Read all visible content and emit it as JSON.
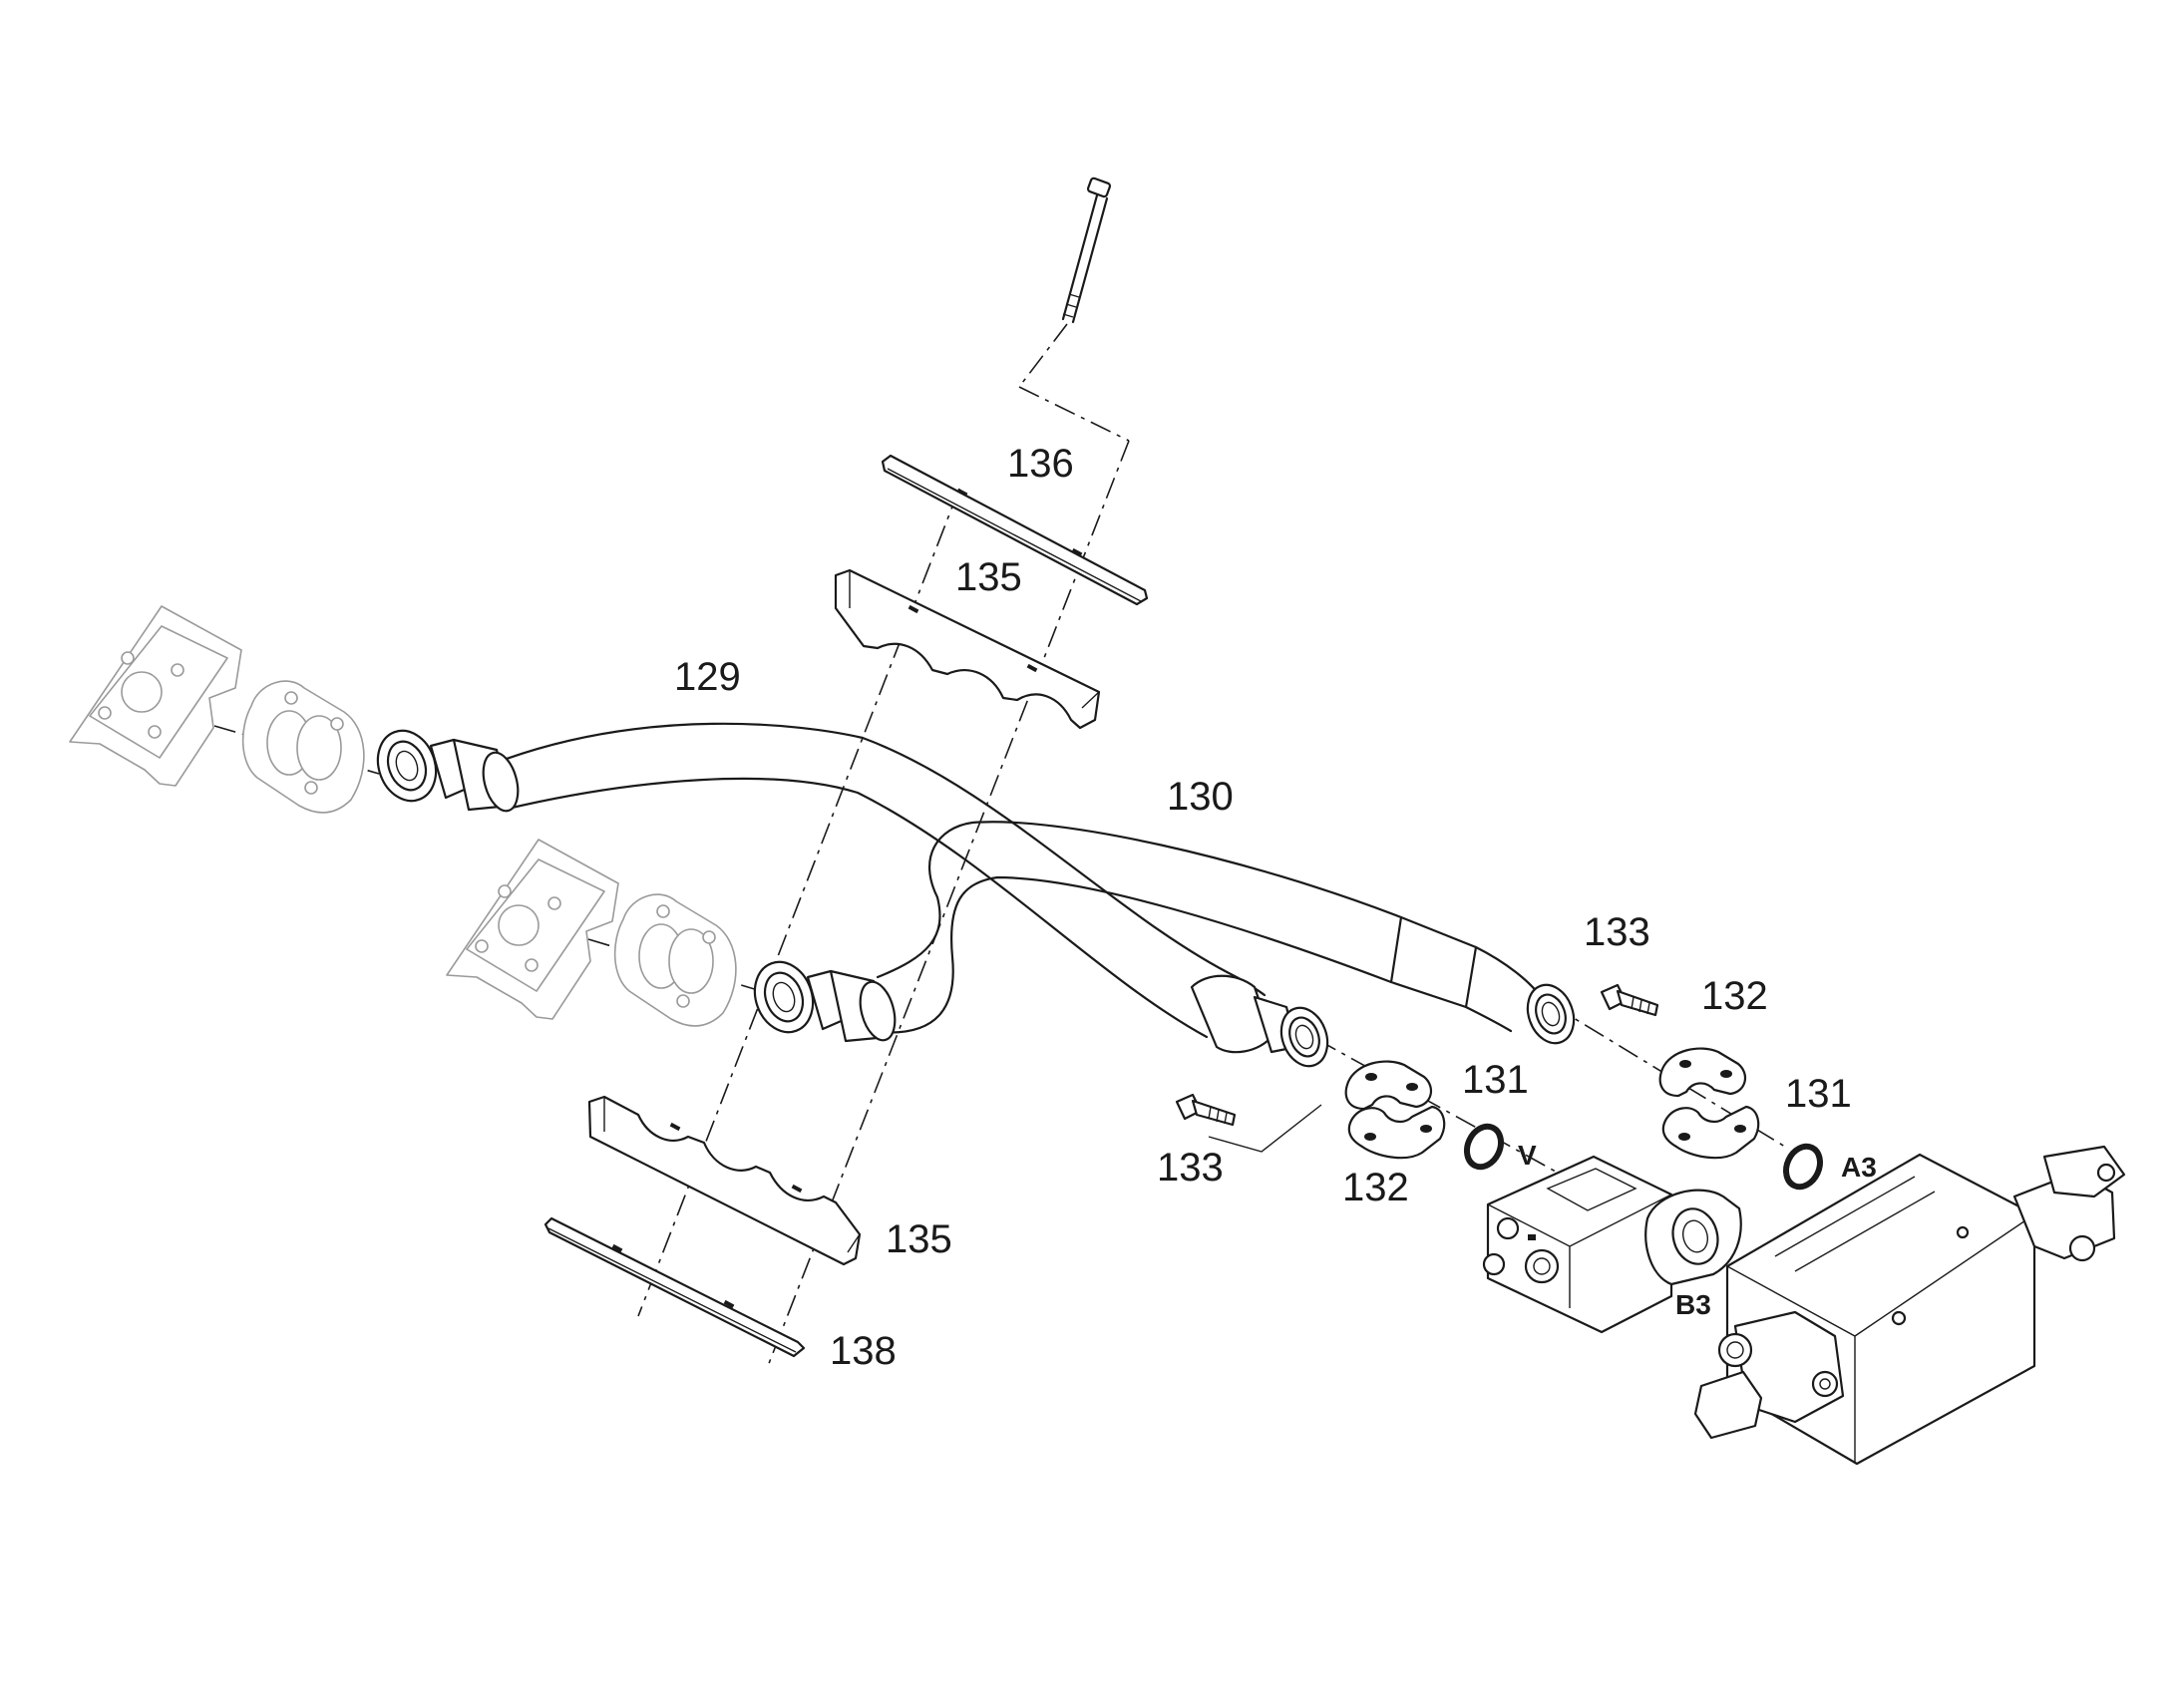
{
  "callouts": {
    "c136": "136",
    "c135_top": "135",
    "c129": "129",
    "c130": "130",
    "c133_right": "133",
    "c132_right": "132",
    "c131_right": "131",
    "c131_left": "131",
    "c133_left": "133",
    "c132_left": "132",
    "c135_bottom": "135",
    "c138": "138"
  },
  "ports": {
    "v": "V",
    "a3": "A3",
    "b3": "B3"
  },
  "colors": {
    "line": "#1a1a1a",
    "faint_line": "#9a9a9a",
    "background": "#ffffff"
  }
}
